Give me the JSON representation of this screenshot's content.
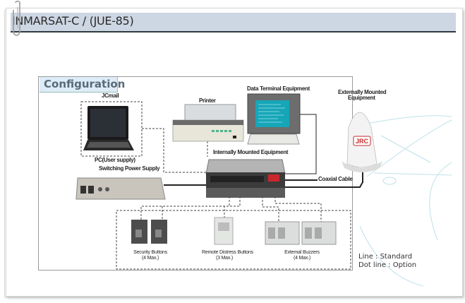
{
  "window": {
    "title": "INMARSAT-C / (JUE-85)"
  },
  "diagram": {
    "heading": "Configuration",
    "components": {
      "jcmail": "JCmail",
      "pc": "PC(User supply)",
      "switching_power_supply": "Switching Power Supply",
      "printer": "Printer",
      "data_terminal": "Data Terminal Equipment",
      "internally_mounted": "Internally Mounted Equipment",
      "externally_mounted_line1": "Externally Mounted",
      "externally_mounted_line2": "Equipment",
      "antenna_brand": "JRC",
      "coaxial_cable": "Coaxial Cable"
    },
    "options": [
      {
        "name": "Security Buttons",
        "max": "(4 Max.)"
      },
      {
        "name": "Remote Distress Buttons",
        "max": "(3 Max.)"
      },
      {
        "name": "External Buzzers",
        "max": "(4 Max.)"
      }
    ],
    "legend": {
      "standard": "Line : Standard",
      "option": "Dot line : Option"
    }
  },
  "colors": {
    "titlebar_bg": "#cdd6e3",
    "heading_tab_bg": "#ddecf7",
    "heading_text": "#5a6b78",
    "brand_red": "#c8282d"
  }
}
